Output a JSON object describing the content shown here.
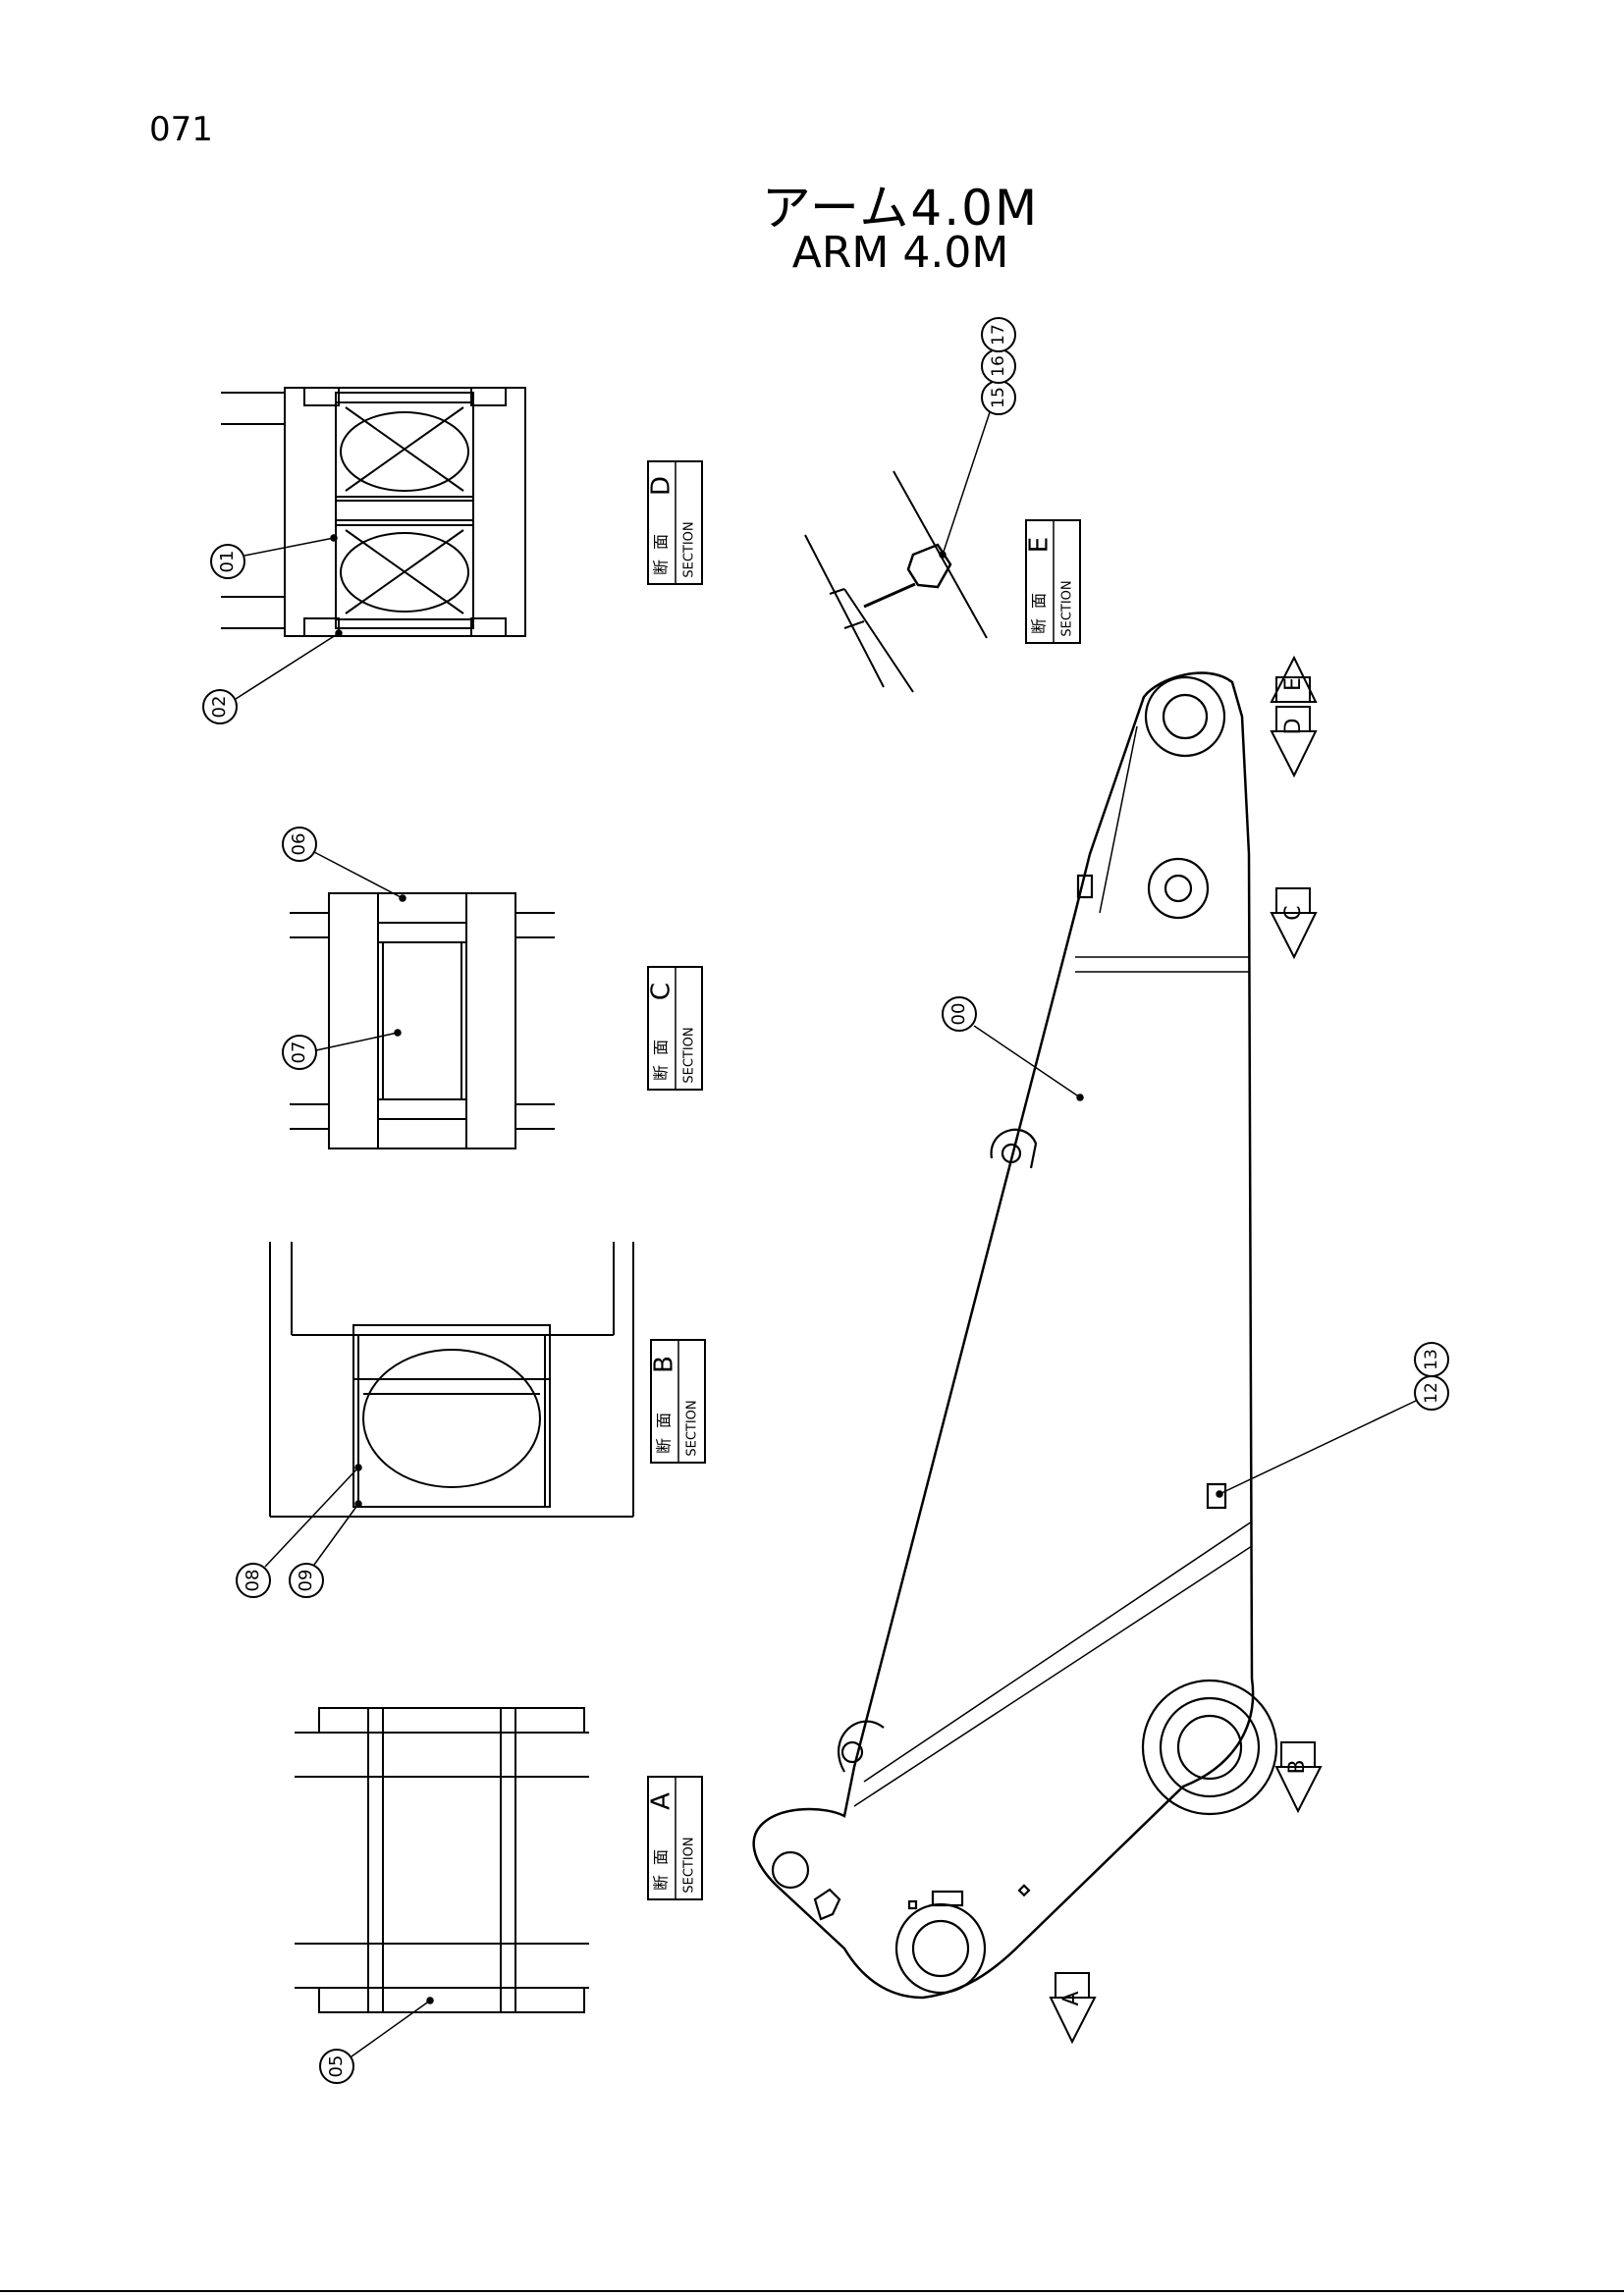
{
  "page_number": "071",
  "title_jp": "アーム4.0M",
  "title_en": "ARM 4.0M",
  "section_kanji": [
    "断",
    "面"
  ],
  "section_word": "SECTION",
  "sections": {
    "a": "A",
    "b": "B",
    "c": "C",
    "d": "D",
    "e": "E"
  },
  "parts": {
    "p00": "00",
    "p01": "01",
    "p02": "02",
    "p05": "05",
    "p06": "06",
    "p07": "07",
    "p08": "08",
    "p09": "09",
    "p12": "12",
    "p13": "13",
    "p15": "15",
    "p16": "16",
    "p17": "17"
  }
}
